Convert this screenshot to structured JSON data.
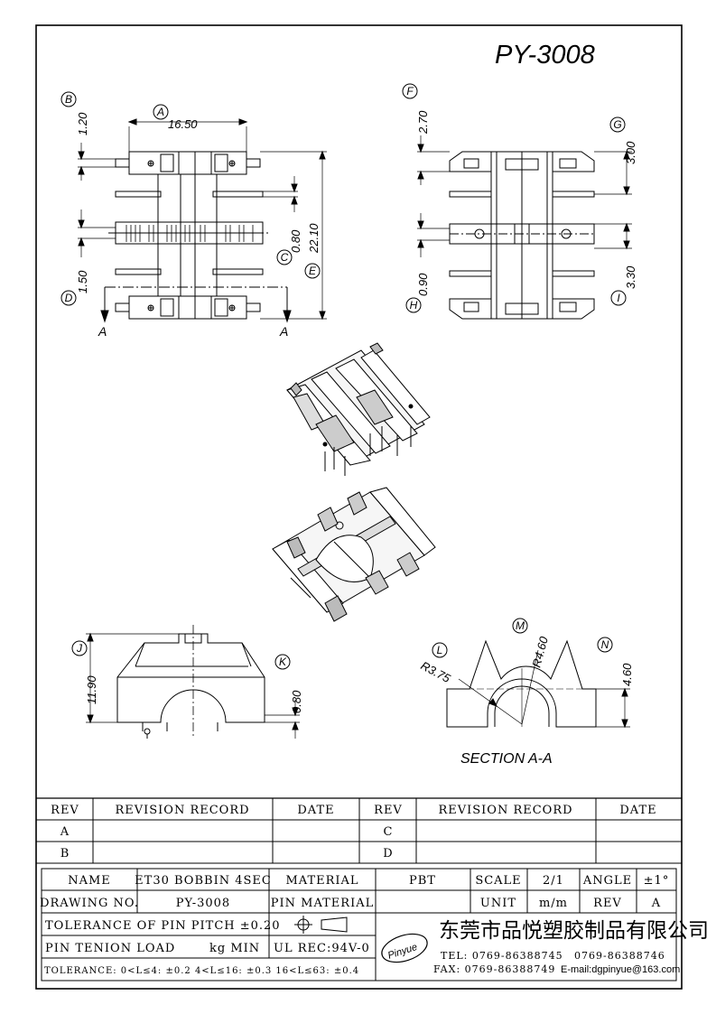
{
  "title": "PY-3008",
  "top_left": {
    "dims": {
      "A": "16.50",
      "B": "1.20",
      "C": "0.80",
      "D": "1.50",
      "E": "22.10"
    },
    "section_mark_left": "A",
    "section_mark_right": "A"
  },
  "top_right": {
    "dims": {
      "F": "2.70",
      "G": "3.00",
      "H": "0.90",
      "I": "3.30"
    }
  },
  "side_view": {
    "dims": {
      "J": "11.90",
      "K": "0.80"
    }
  },
  "section_view": {
    "dims": {
      "L": "R3.75",
      "M": "R4.60",
      "N": "4.60"
    },
    "caption": "SECTION A-A"
  },
  "circle_labels": [
    "A",
    "B",
    "C",
    "D",
    "E",
    "F",
    "G",
    "H",
    "I",
    "J",
    "K",
    "L",
    "M",
    "N"
  ],
  "revision_table": {
    "headers": [
      "REV",
      "REVISION RECORD",
      "DATE",
      "REV",
      "REVISION RECORD",
      "DATE"
    ],
    "rows": [
      [
        "A",
        "",
        "",
        "C",
        "",
        ""
      ],
      [
        "B",
        "",
        "",
        "D",
        "",
        ""
      ]
    ]
  },
  "info_table": {
    "name_label": "NAME",
    "name_value": "ET30 BOBBIN 4SEC",
    "material_label": "MATERIAL",
    "material_value": "PBT",
    "scale_label": "SCALE",
    "scale_value": "2/1",
    "angle_label": "ANGLE",
    "angle_value": "±1°",
    "drawing_label": "DRAWING NO.",
    "drawing_value": "PY-3008",
    "pin_material_label": "PIN MATERIAL",
    "pin_material_value": "",
    "unit_label": "UNIT",
    "unit_value": "m/m",
    "rev_label": "REV",
    "rev_value": "A",
    "tolerance_pitch": "TOLERANCE OF PIN PITCH ±0.20",
    "pin_tension_label": "PIN TENION LOAD",
    "pin_tension_unit": "kg MIN",
    "ul_rec": "UL REC:94V-0",
    "tolerance_line": "TOLERANCE: 0<L≤4: ±0.2   4<L≤16: ±0.3   16<L≤63: ±0.4"
  },
  "company": {
    "logo_text": "Pinyue",
    "name_cn": "东莞市品悦塑胶制品有限公司",
    "tel": "TEL: 0769-86388745",
    "tel2": "0769-86388746",
    "fax": "FAX: 0769-86388749",
    "email": "E-mail:dgpinyue@163.com"
  },
  "colors": {
    "ink": "#000000",
    "paper": "#ffffff",
    "gray": "#9a9a9a"
  }
}
